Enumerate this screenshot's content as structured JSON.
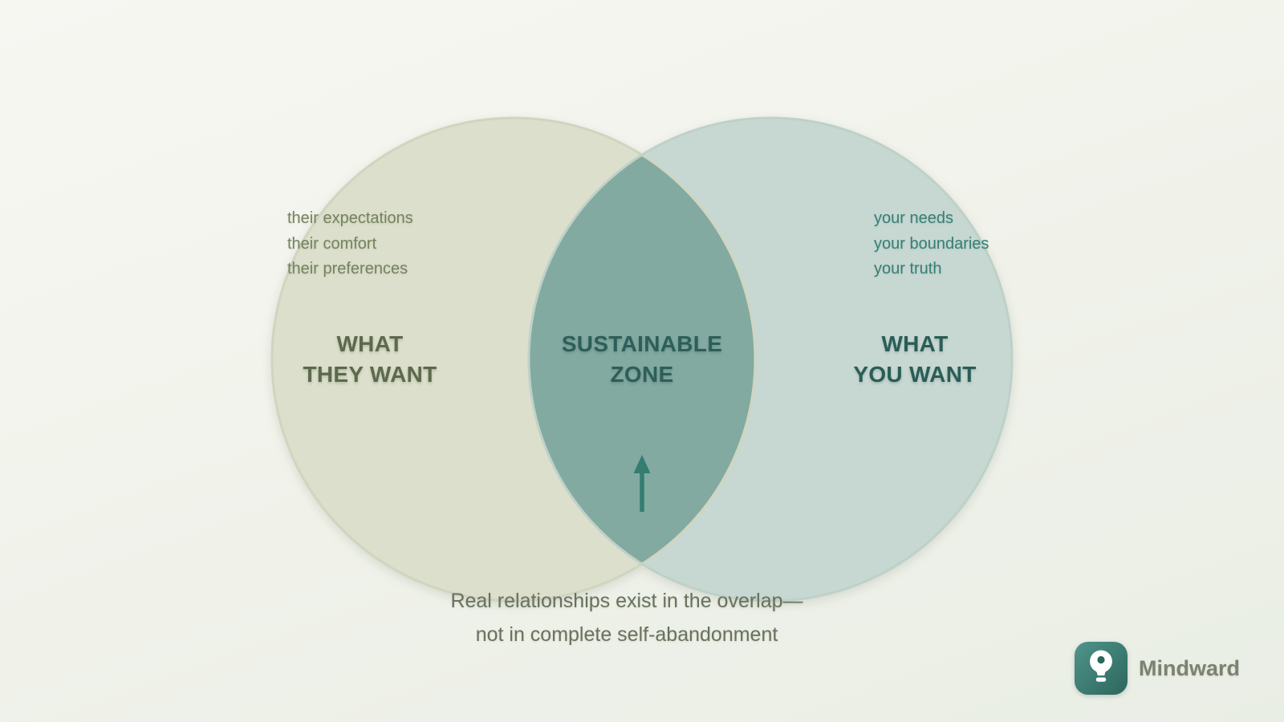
{
  "venn": {
    "left": {
      "items": [
        "their expectations",
        "their comfort",
        "their preferences"
      ],
      "title_line1": "WHAT",
      "title_line2": "THEY WANT"
    },
    "center": {
      "title_line1": "SUSTAINABLE",
      "title_line2": "ZONE"
    },
    "right": {
      "items": [
        "your needs",
        "your boundaries",
        "your truth"
      ],
      "title_line1": "WHAT",
      "title_line2": "YOU WANT"
    },
    "arrow": "up-arrow-icon"
  },
  "caption": {
    "line1": "Real relationships exist in the overlap—",
    "line2": "not in complete self-abandonment"
  },
  "brand": {
    "name": "Mindward",
    "icon": "lightbulb-icon"
  },
  "colors": {
    "left_circle": "#dbdfcb",
    "right_circle": "#c7d8d2",
    "overlap": "#82aaa1",
    "left_circle_stroke": "#d0d5bf",
    "right_circle_stroke": "#bed1c9",
    "arrow": "#357c71",
    "left_list_text": "#76835e",
    "left_title_text": "#5c6a4b",
    "right_list_text": "#338078",
    "right_title_text": "#2a5d57",
    "center_title_text": "#2d5f5a",
    "caption_text": "#68725c",
    "brand_text": "#7b8370",
    "logo_teal_light": "#4f948a",
    "logo_teal_dark": "#2c665c",
    "logo_bulb": "#ffffff"
  }
}
